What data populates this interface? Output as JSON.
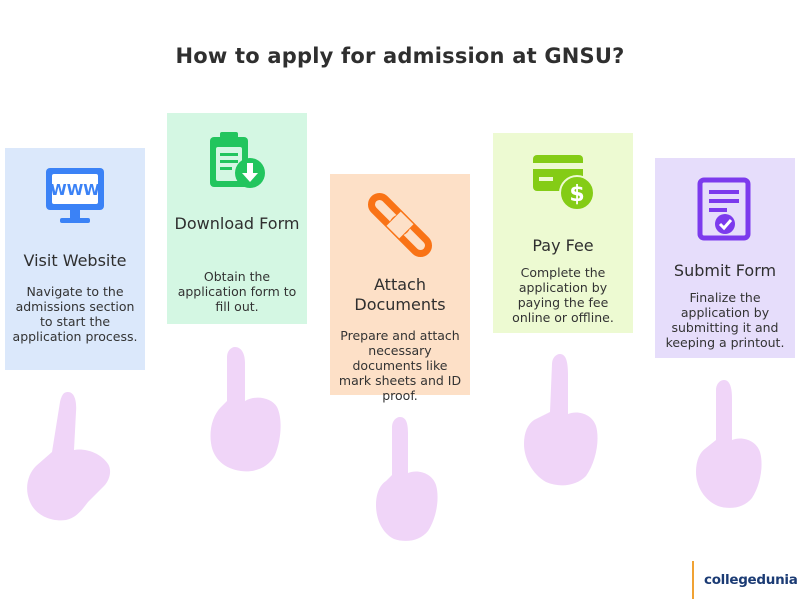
{
  "title": "How to apply for admission at GNSU?",
  "steps": [
    {
      "title": "Visit Website",
      "desc": "Navigate to the admissions section to start the application process.",
      "icon": "website-icon",
      "color": "#dbe8fb",
      "icon_color": "#3b82f6"
    },
    {
      "title": "Download Form",
      "desc": "Obtain the application form to fill out.",
      "icon": "download-form-icon",
      "color": "#d4f7e3",
      "icon_color": "#22c55e"
    },
    {
      "title": "Attach Documents",
      "desc": "Prepare and attach necessary documents like mark sheets and ID proof.",
      "icon": "attach-clip-icon",
      "color": "#fde0c7",
      "icon_color": "#f97316"
    },
    {
      "title": "Pay Fee",
      "desc": "Complete the application by paying the fee online or offline.",
      "icon": "payment-card-icon",
      "color": "#edfad2",
      "icon_color": "#84cc16"
    },
    {
      "title": "Submit Form",
      "desc": "Finalize the application by submitting it and keeping a printout.",
      "icon": "submit-form-icon",
      "color": "#e6ddfb",
      "icon_color": "#7c3aed"
    }
  ],
  "logo": {
    "text": "collegedunia"
  },
  "website_icon_text": "WWW"
}
